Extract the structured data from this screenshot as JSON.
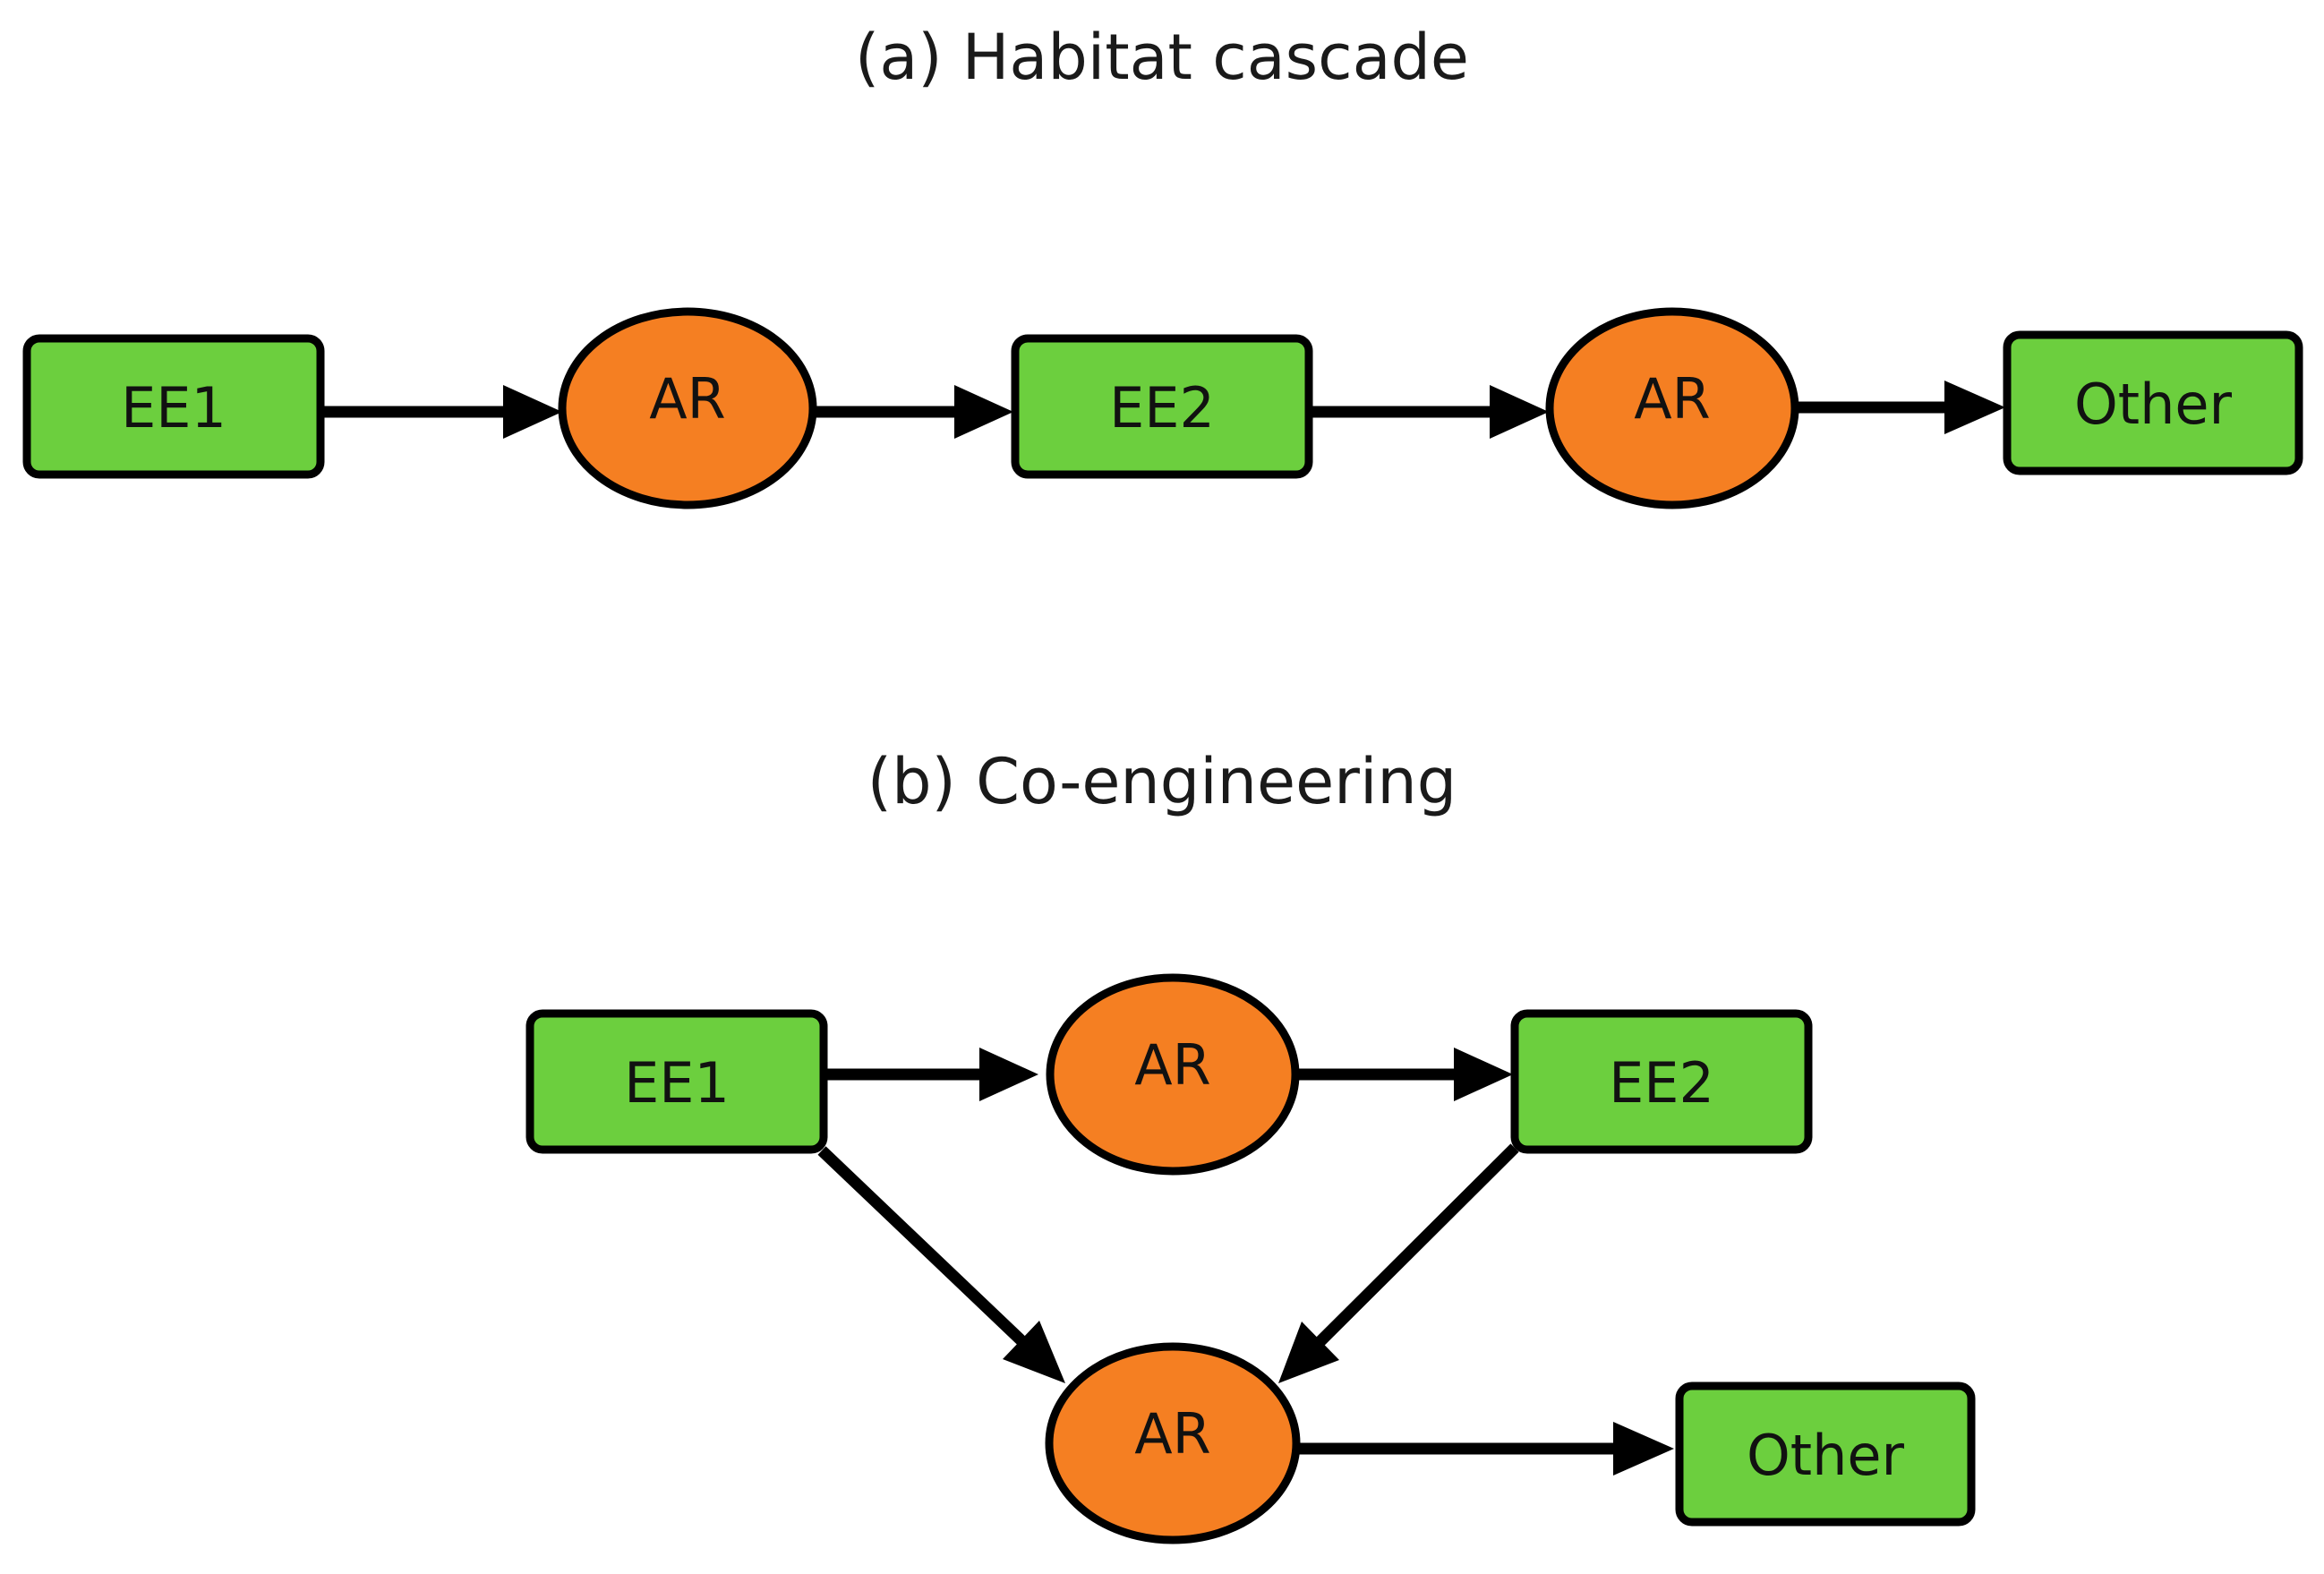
{
  "panels": {
    "a": {
      "title": "(a) Habitat cascade",
      "nodes": [
        {
          "id": "a_ee1",
          "shape": "box",
          "label": "EE1"
        },
        {
          "id": "a_ar1",
          "shape": "oval",
          "label": "AR"
        },
        {
          "id": "a_ee2",
          "shape": "box",
          "label": "EE2"
        },
        {
          "id": "a_ar2",
          "shape": "oval",
          "label": "AR"
        },
        {
          "id": "a_other",
          "shape": "box",
          "label": "Other"
        }
      ],
      "edges": [
        {
          "from": "a_ee1",
          "to": "a_ar1"
        },
        {
          "from": "a_ar1",
          "to": "a_ee2"
        },
        {
          "from": "a_ee2",
          "to": "a_ar2"
        },
        {
          "from": "a_ar2",
          "to": "a_other"
        }
      ]
    },
    "b": {
      "title": "(b) Co-engineering",
      "nodes": [
        {
          "id": "b_ee1",
          "shape": "box",
          "label": "EE1"
        },
        {
          "id": "b_ar_top",
          "shape": "oval",
          "label": "AR"
        },
        {
          "id": "b_ee2",
          "shape": "box",
          "label": "EE2"
        },
        {
          "id": "b_ar_bottom",
          "shape": "oval",
          "label": "AR"
        },
        {
          "id": "b_other",
          "shape": "box",
          "label": "Other"
        }
      ],
      "edges": [
        {
          "from": "b_ee1",
          "to": "b_ar_top"
        },
        {
          "from": "b_ar_top",
          "to": "b_ee2"
        },
        {
          "from": "b_ee1",
          "to": "b_ar_bottom"
        },
        {
          "from": "b_ee2",
          "to": "b_ar_bottom"
        },
        {
          "from": "b_ar_bottom",
          "to": "b_other"
        }
      ]
    }
  },
  "colors": {
    "ecosystem_engineer": "#6ccf3e",
    "associated_resident": "#f57f22",
    "outline": "#000000"
  }
}
